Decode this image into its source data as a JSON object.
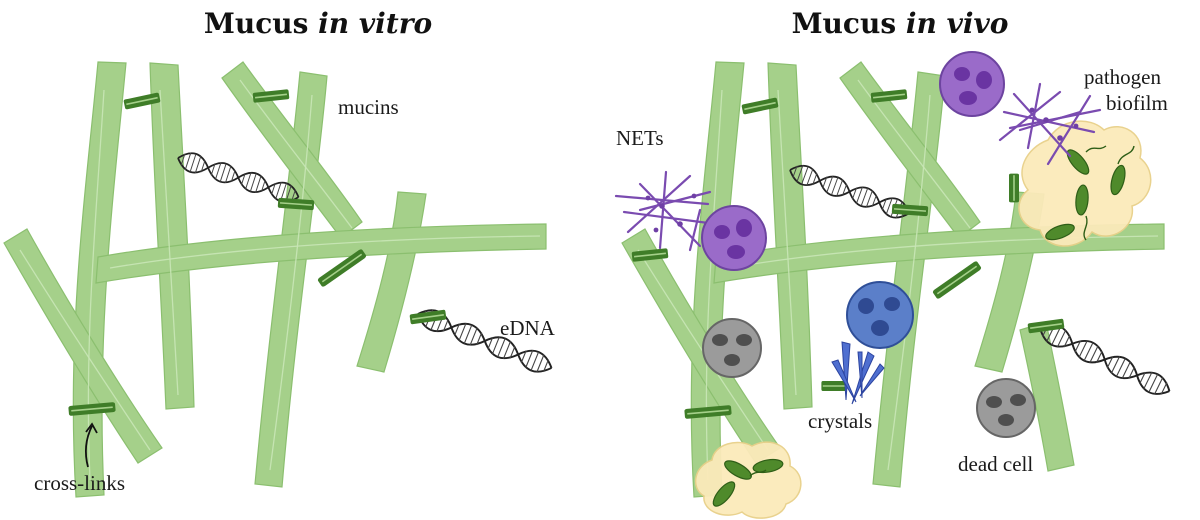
{
  "titles": {
    "left": {
      "main": "Mucus",
      "emph": "in vitro"
    },
    "right": {
      "main": "Mucus",
      "emph": "in vivo"
    }
  },
  "labels": {
    "mucins": "mucins",
    "edna": "eDNA",
    "cross_links": "cross-links",
    "nets": "NETs",
    "pathogen": "pathogen",
    "biofilm": "biofilm",
    "crystals": "crystals",
    "dead_cell": "dead cell"
  },
  "colors": {
    "mucin": "#a5d08a",
    "cross_link": "#3f7d28",
    "neutrophil": "#9a6bc9",
    "blue_cell": "#5b7fc9",
    "dead_cell": "#9b9b9b",
    "biofilm": "#fbeaba"
  }
}
